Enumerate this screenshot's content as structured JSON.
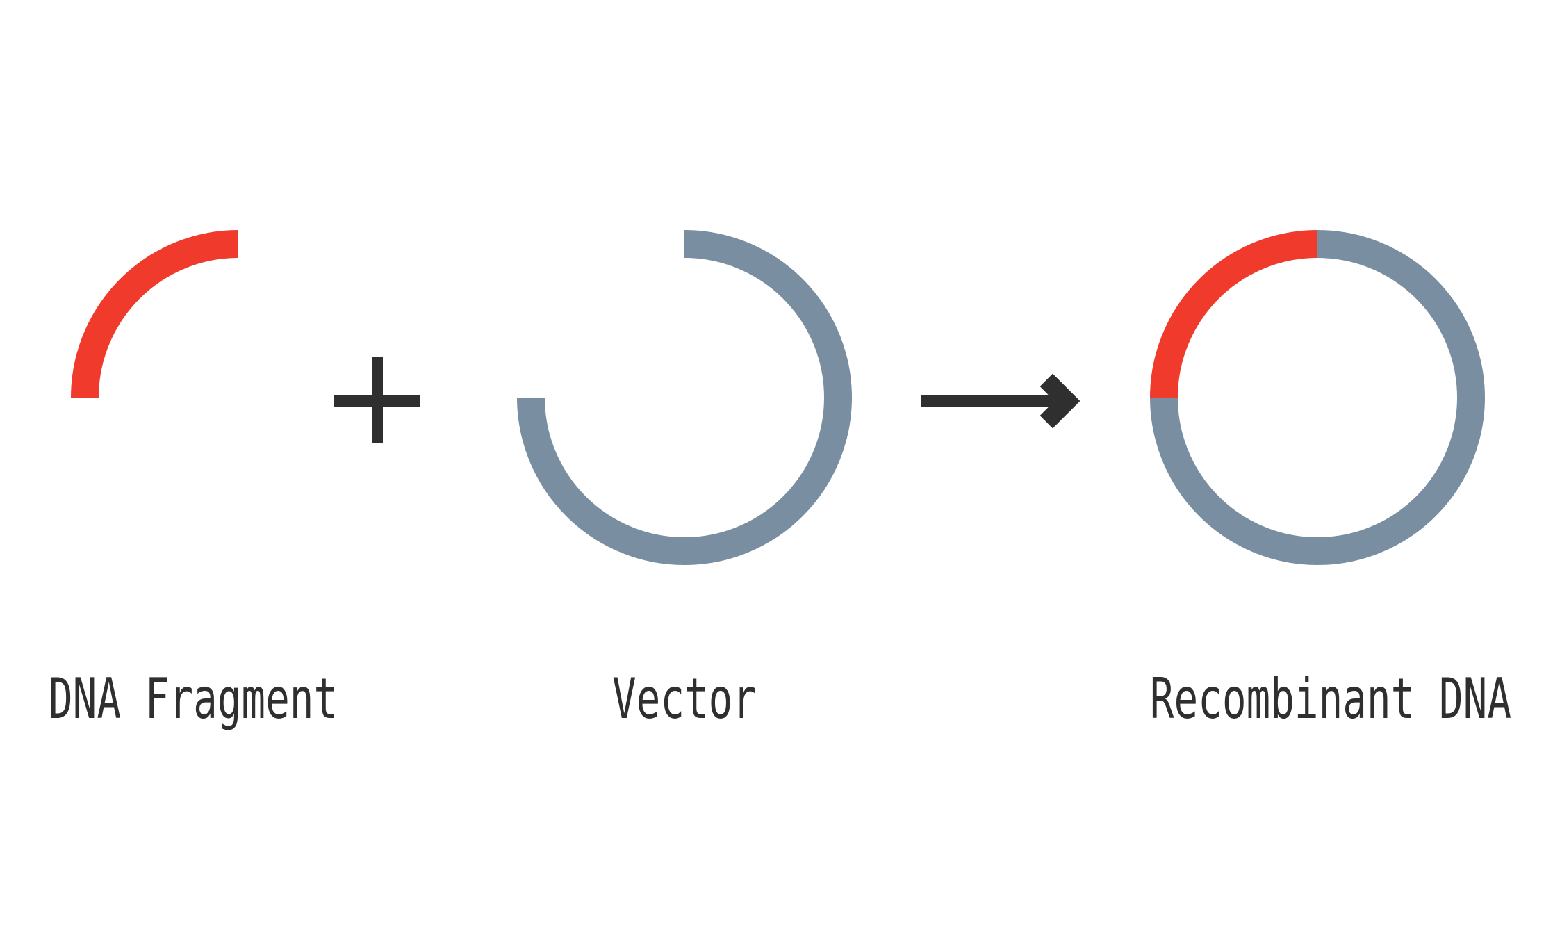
{
  "labels": {
    "fragment": "DNA Fragment",
    "vector": "Vector",
    "recombinant": "Recombinant DNA"
  },
  "colors": {
    "fragment": "#ef3a2c",
    "vector": "#7a8ea1",
    "symbol": "#2f2f2f",
    "text": "#2f2f2f",
    "background": "#ffffff"
  },
  "symbols": {
    "plus": "plus-icon",
    "arrow": "arrow-right-icon"
  }
}
